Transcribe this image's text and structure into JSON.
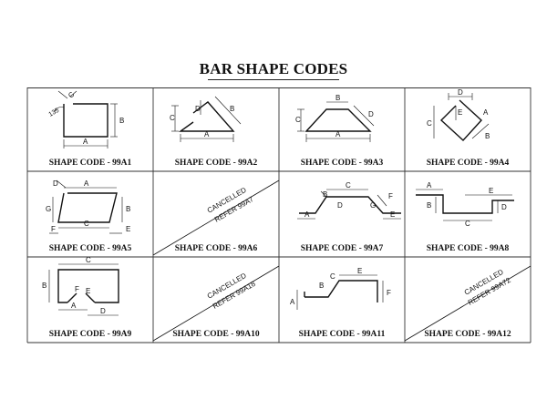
{
  "title": "BAR SHAPE CODES",
  "shapes": [
    {
      "code": "SHAPE CODE - 99A1",
      "labels": {
        "c": "C",
        "b": "B",
        "a": "A",
        "angle": "135"
      }
    },
    {
      "code": "SHAPE CODE - 99A2",
      "labels": {
        "c": "C",
        "d": "D",
        "b": "B",
        "a": "A"
      }
    },
    {
      "code": "SHAPE CODE - 99A3",
      "labels": {
        "c": "C",
        "b": "B",
        "d": "D",
        "a": "A"
      }
    },
    {
      "code": "SHAPE CODE - 99A4",
      "labels": {
        "d": "D",
        "e": "E",
        "c": "C",
        "a": "A",
        "b": "B"
      }
    },
    {
      "code": "SHAPE CODE - 99A5",
      "labels": {
        "d": "D",
        "a": "A",
        "g": "G",
        "b": "B",
        "c": "C",
        "f": "F",
        "e": "E"
      }
    },
    {
      "code": "SHAPE CODE - 99A6",
      "cancelled": "CANCELLED",
      "refer": "REFER 99A7"
    },
    {
      "code": "SHAPE CODE - 99A7",
      "labels": {
        "c": "C",
        "b": "B",
        "f": "F",
        "d": "D",
        "g": "G",
        "a": "A",
        "e": "E"
      }
    },
    {
      "code": "SHAPE CODE - 99A8",
      "labels": {
        "a": "A",
        "e": "E",
        "b": "B",
        "d": "D",
        "c": "C"
      }
    },
    {
      "code": "SHAPE CODE - 99A9",
      "labels": {
        "c": "C",
        "b": "B",
        "f": "F",
        "e": "E",
        "a": "A",
        "d": "D"
      }
    },
    {
      "code": "SHAPE CODE - 99A10",
      "cancelled": "CANCELLED",
      "refer": "REFER 99A18"
    },
    {
      "code": "SHAPE CODE - 99A11",
      "labels": {
        "c": "C",
        "b": "B",
        "e": "E",
        "a": "A",
        "f": "F"
      }
    },
    {
      "code": "SHAPE CODE - 99A12",
      "cancelled": "CANCELLED",
      "refer": "REFER 99A72"
    }
  ]
}
